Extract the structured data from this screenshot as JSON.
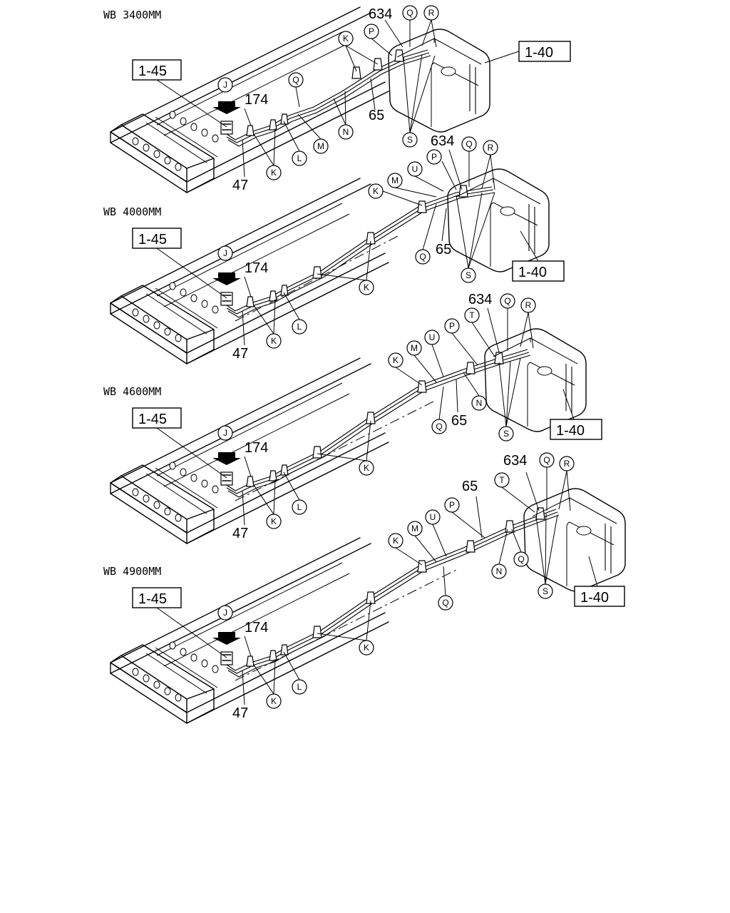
{
  "panels": [
    {
      "title": "WB 3400MM",
      "refs": [
        "1-45",
        "1-40"
      ],
      "numbers": [
        "634",
        "174",
        "65",
        "47"
      ],
      "callouts": [
        "Q",
        "R",
        "P",
        "K",
        "Q",
        "J",
        "N",
        "M",
        "L",
        "K",
        "S"
      ]
    },
    {
      "title": "WB 4000MM",
      "refs": [
        "1-45",
        "1-40"
      ],
      "numbers": [
        "634",
        "174",
        "65",
        "47"
      ],
      "callouts": [
        "P",
        "Q",
        "R",
        "U",
        "M",
        "K",
        "J",
        "Q",
        "S",
        "K",
        "L",
        "K"
      ]
    },
    {
      "title": "WB 4600MM",
      "refs": [
        "1-45",
        "1-40"
      ],
      "numbers": [
        "634",
        "174",
        "65",
        "47"
      ],
      "callouts": [
        "Q",
        "R",
        "T",
        "P",
        "U",
        "M",
        "K",
        "N",
        "Q",
        "S",
        "J",
        "K",
        "L",
        "K"
      ]
    },
    {
      "title": "WB 4900MM",
      "refs": [
        "1-45",
        "1-40"
      ],
      "numbers": [
        "634",
        "65",
        "174",
        "47"
      ],
      "callouts": [
        "Q",
        "R",
        "T",
        "P",
        "U",
        "M",
        "K",
        "N",
        "Q",
        "Q",
        "S",
        "J",
        "K",
        "L",
        "K"
      ]
    }
  ]
}
